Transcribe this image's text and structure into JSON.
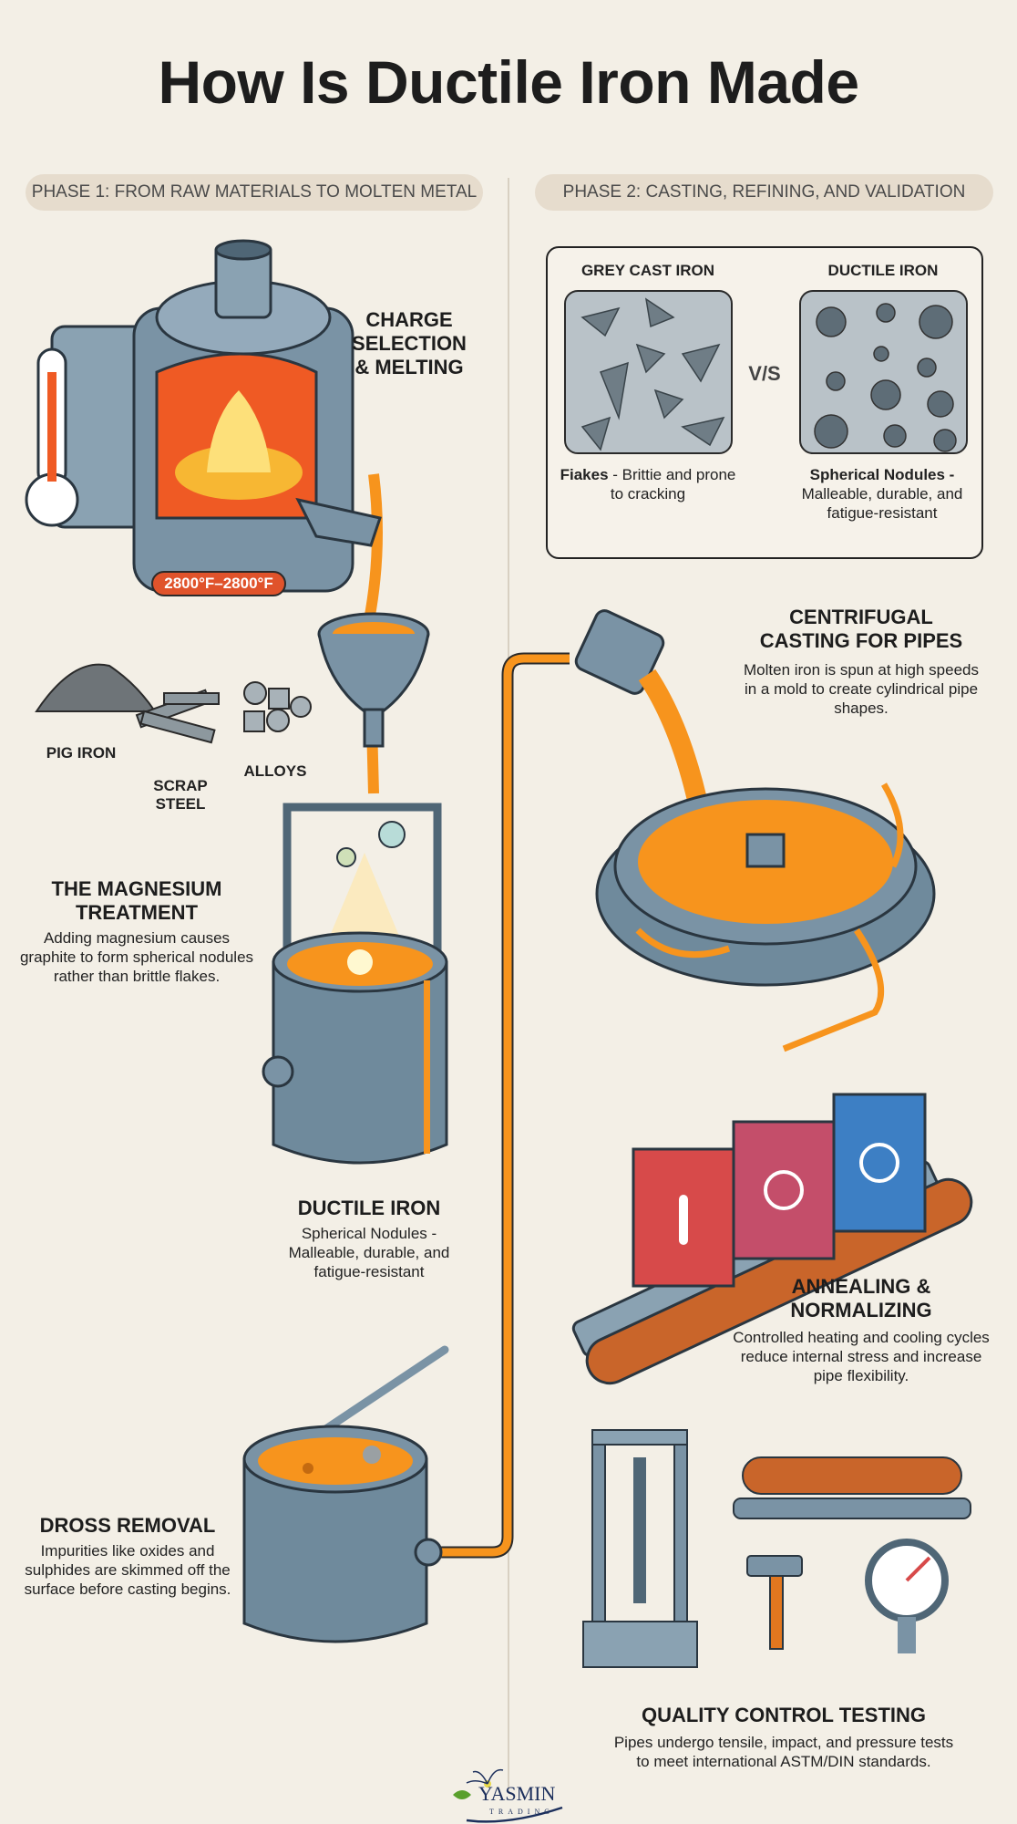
{
  "title": "How Is Ductile Iron Made",
  "phases": {
    "phase1": "PHASE 1: FROM RAW MATERIALS TO MOLTEN METAL",
    "phase2": "PHASE 2: CASTING, REFINING, AND VALIDATION"
  },
  "charge": {
    "title_lines": [
      "CHARGE",
      "SELECTION",
      "& MELTING"
    ],
    "temperature": "2800°F–2800°F"
  },
  "raw_materials": {
    "pig_iron": "PIG IRON",
    "scrap_steel": [
      "SCRAP",
      "STEEL"
    ],
    "alloys": "ALLOYS"
  },
  "comparison": {
    "left_title": "GREY CAST IRON",
    "right_title": "DUCTILE IRON",
    "vs": "V/S",
    "left_bold": "Fiakes",
    "left_desc": " - Brittie and prone to cracking",
    "right_bold": "Spherical Nodules -",
    "right_desc": "Malleable, durable, and fatigue-resistant"
  },
  "magnesium": {
    "title": "THE MAGNESIUM TREATMENT",
    "desc": "Adding magnesium causes graphite to form spherical nodules rather than brittle flakes."
  },
  "ductile": {
    "title": "DUCTILE IRON",
    "desc": "Spherical Nodules - Malleable, durable, and fatigue-resistant"
  },
  "dross": {
    "title": "DROSS REMOVAL",
    "desc": "Impurities like oxides and sulphides are skimmed off the surface before casting begins."
  },
  "centrifugal": {
    "title": "CENTRIFUGAL CASTING FOR PIPES",
    "desc": "Molten iron is spun at high speeds in a mold to create cylindrical pipe shapes."
  },
  "annealing": {
    "title": "ANNEALING & NORMALIZING",
    "desc": "Controlled heating and cooling cycles reduce internal stress and increase pipe flexibility."
  },
  "qc": {
    "title": "QUALITY CONTROL TESTING",
    "desc": "Pipes undergo tensile, impact, and pressure tests to meet international ASTM/DIN standards."
  },
  "logo": {
    "name": "YASMIN",
    "sub": "TRADING"
  },
  "colors": {
    "molten": "#f7941d",
    "steel": "#6f8a9c",
    "background": "#f3efe6"
  }
}
